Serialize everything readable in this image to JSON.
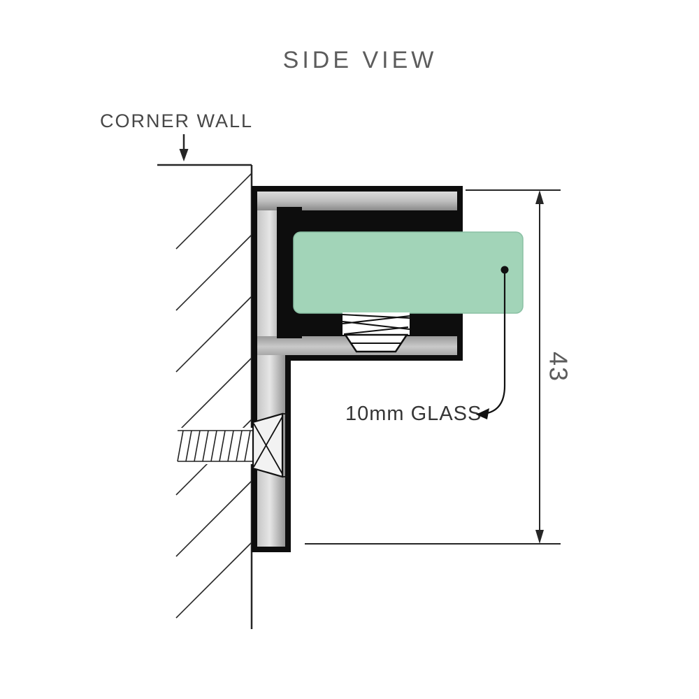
{
  "diagram": {
    "title": "SIDE VIEW",
    "wall": {
      "label": "CORNER WALL"
    },
    "glass": {
      "label": "10mm GLASS"
    },
    "dimension": {
      "value": "43"
    },
    "colors": {
      "title_text": "#5c5c5c",
      "wall_label_text": "#474747",
      "glass_label_text": "#353535",
      "dimension_text": "#5c5c5c",
      "line": "#262626",
      "bracket_outline": "#0d0d0d",
      "glass_fill": "#a2d4b8",
      "glass_edge": "#8ac0a4"
    }
  }
}
